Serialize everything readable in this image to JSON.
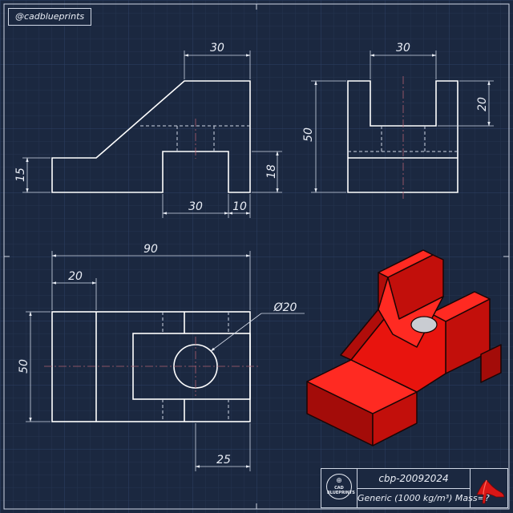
{
  "handle": "@cadblueprints",
  "logo": {
    "mark": "⊕",
    "text": "CAD BLUEPRINTS"
  },
  "title_block": {
    "code": "cbp-20092024",
    "material": "Generic (1000 kg/m³) Mass=?"
  },
  "dimensions": {
    "front_top_width": "30",
    "front_left_height": "15",
    "front_right_height": "18",
    "front_bottom_slot": "30",
    "front_bottom_right": "10",
    "side_top_width": "30",
    "side_top_depth": "20",
    "side_height": "50",
    "top_total_width": "90",
    "top_left_width": "20",
    "top_height": "50",
    "top_hole_diameter": "Ø20",
    "top_bottom_width": "25"
  },
  "colors": {
    "background": "#1b2840",
    "grid": "#2a3a58",
    "lines": "#ffffff",
    "part": "#e8140e"
  },
  "icons": [
    "cad-blueprints-logo-icon",
    "red-high-heel-shoe-icon"
  ]
}
